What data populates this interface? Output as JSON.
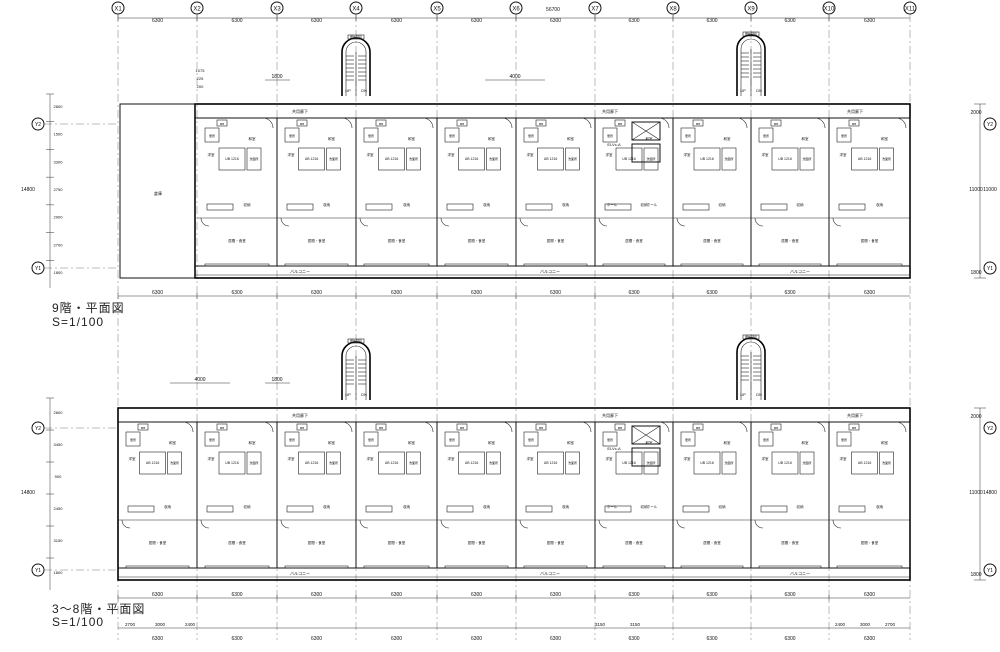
{
  "grid_axes": [
    "X1",
    "X2",
    "X3",
    "X4",
    "X5",
    "X6",
    "X7",
    "X8",
    "X9",
    "X10",
    "X11"
  ],
  "row_axes": [
    "Y2",
    "Y1"
  ],
  "bay_dim": "6300",
  "total_dim": "56700",
  "depth_dims_right": [
    "2000",
    "11000",
    "1800"
  ],
  "upper_plan": {
    "title": "9階・平面図",
    "scale": "S=1/100",
    "left_dims": [
      "2800",
      "1500",
      "3300",
      "2750",
      "2900",
      "2700",
      "1800"
    ],
    "left_total": "14800",
    "right_total": "11000"
  },
  "lower_plan": {
    "title": "3～8階・平面図",
    "scale": "S=1/100",
    "left_dims": [
      "2800",
      "3450",
      "900",
      "2450",
      "3150",
      "1800"
    ],
    "left_total": "14800",
    "right_total": "14800",
    "bottom_extra_dims": [
      "2700",
      "3000",
      "2400",
      "3150",
      "3150",
      "2400",
      "3000",
      "2700"
    ]
  },
  "dims_top_extra": [
    "4000",
    "1800",
    "1075",
    "225",
    "200"
  ],
  "room_labels": {
    "living": "居間・食堂",
    "bedroom": "洋室",
    "japanese": "和室",
    "bath": "浴室",
    "unit_bath": "UB 1216",
    "washroom": "洗面所",
    "toilet": "便所",
    "closet": "収納",
    "balcony": "バルコニー",
    "corridor": "共用廊下",
    "elevator": "ELVx-A",
    "stair": "屋外階段",
    "hall": "ホール",
    "up": "UP",
    "dn": "DN",
    "mb": "MB",
    "storage": "倉庫"
  }
}
